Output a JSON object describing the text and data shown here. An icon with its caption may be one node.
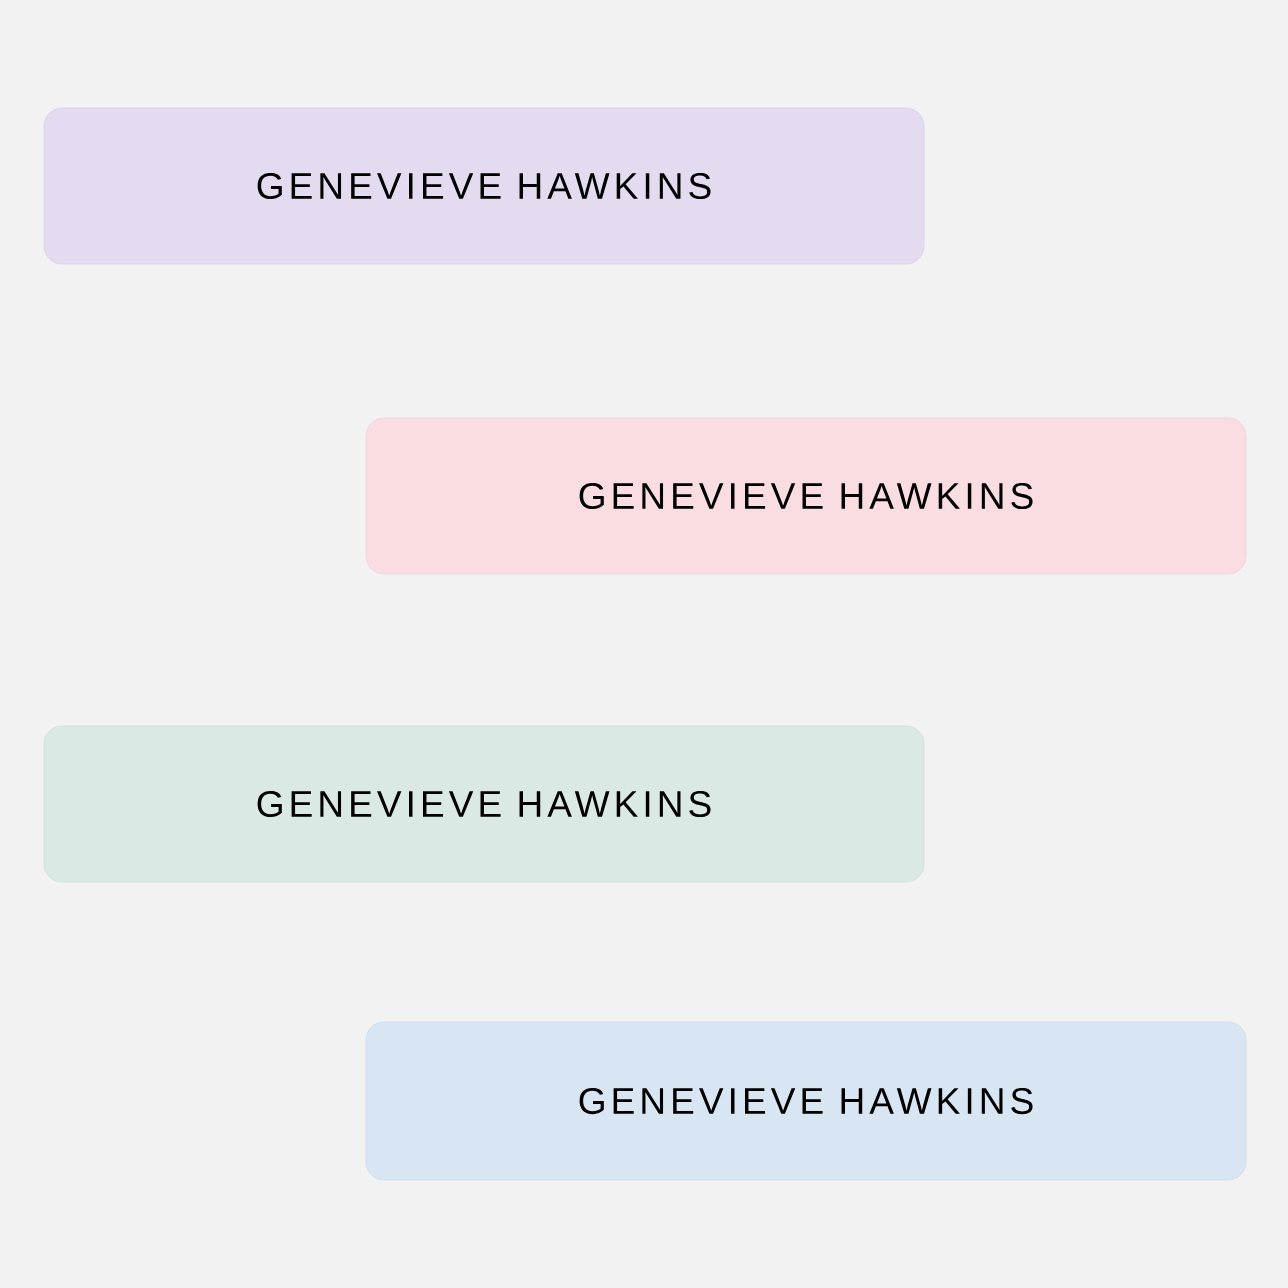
{
  "diagram": {
    "nodes": [
      {
        "text": [
          "GENEVIEVE HAWKINS"
        ]
      },
      {
        "text": [
          "GENEVIEVE HAWKINS"
        ]
      },
      {
        "text": [
          "GENEVIEVE HAWKINS"
        ]
      },
      {
        "text": [
          "GENEVIEVE HAWKINS"
        ]
      }
    ]
  }
}
